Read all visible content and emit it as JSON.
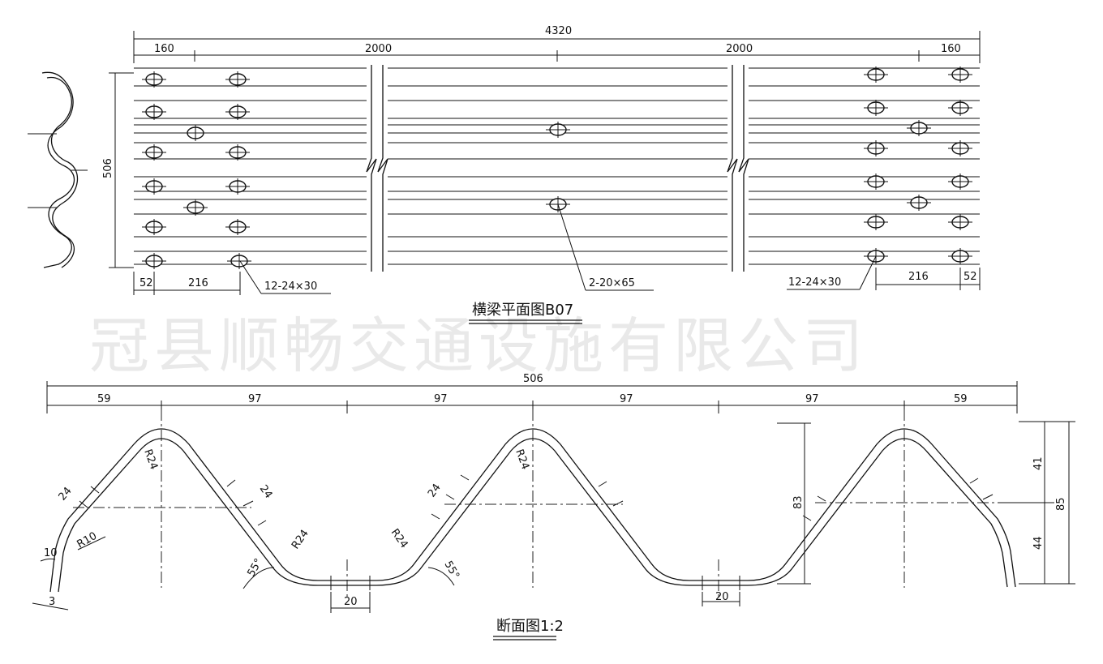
{
  "watermark": "冠县顺畅交通设施有限公司",
  "plan": {
    "title": "横梁平面图B07",
    "overall": "4320",
    "segments": [
      "160",
      "2000",
      "2000",
      "160"
    ],
    "height": "506",
    "left_bottom": [
      "52",
      "216"
    ],
    "right_bottom": [
      "216",
      "52"
    ],
    "callouts": [
      "12-24×30",
      "2-20×65",
      "12-24×30"
    ]
  },
  "section": {
    "title": "断面图1:2",
    "overall": "506",
    "segments": [
      "59",
      "97",
      "97",
      "97",
      "97",
      "59"
    ],
    "labels": {
      "side_24": "24",
      "r24": "R24",
      "r10": "R10",
      "angle": "55°",
      "ten": "10",
      "three": "3",
      "bottom_20": "20",
      "height_83": "83",
      "right_41": "41",
      "right_44": "44",
      "right_85": "85"
    }
  }
}
